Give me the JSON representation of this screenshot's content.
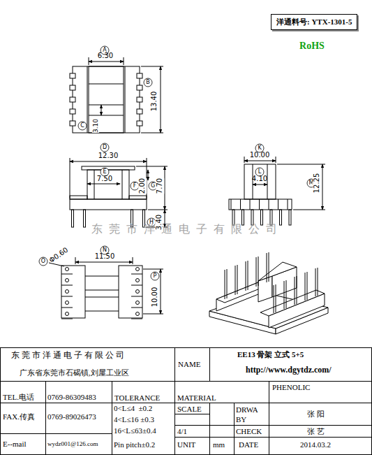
{
  "diagram": {
    "nodes": [
      {
        "text": [
          "洋通料号: YTX-1301-5"
        ]
      }
    ],
    "labels": [
      "RoHS",
      "A",
      "6.30",
      "B",
      "13.40",
      "C",
      "3.10",
      "D",
      "12.30",
      "E",
      "7.50",
      "F",
      "2.00",
      "G",
      "7.70",
      "H",
      "3.40",
      "K",
      "10.00",
      "L",
      "4.10",
      "M",
      "12.25",
      "东莞市洋通电子有限公司",
      "N",
      "11.50",
      "O",
      "Φ0.60",
      "P",
      "10.00",
      "东 莞 市 洋 通 电 子 有 限 公 司",
      "广东省东莞市石碣镇,刘屋工业区",
      "NAME",
      "EE13 骨架 立式 5+5",
      "http://www.dgytdz.com/",
      "PHENOLIC",
      "TEL.电话",
      "0769-86309483",
      "TOLERANCE",
      "MATERIAL",
      "FAX.传真",
      "0769-89026473",
      "0<L≤4  ±0.2",
      "4<L≤16 ±0.3",
      "16<L≤63±0.4",
      "Pin pitch±0.2",
      "SCALE",
      "DRWA BY",
      "张 阳",
      "4/1",
      "CHECK",
      "张 艺",
      "E--mail",
      "wydz001@126.com",
      "UNIT",
      "mm",
      "DATE",
      "2014.03.2"
    ]
  }
}
